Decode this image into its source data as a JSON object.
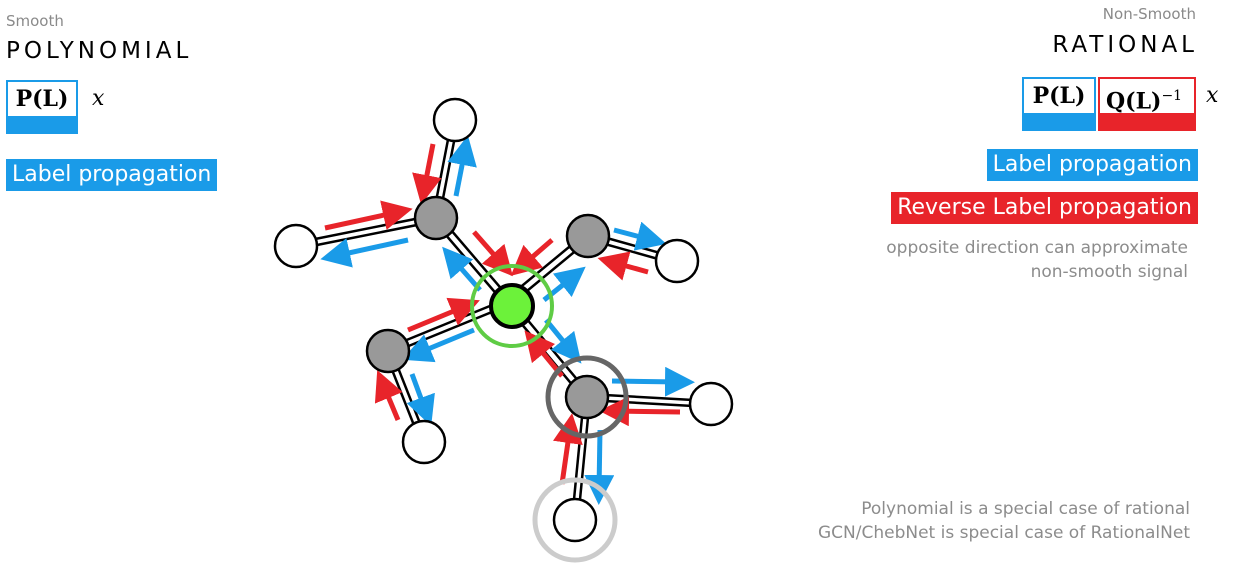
{
  "left": {
    "subtitle": "Smooth",
    "title": "POLYNOMIAL",
    "formula_p": "P(L)",
    "formula_x": "x",
    "tag": "Label propagation"
  },
  "right": {
    "subtitle": "Non-Smooth",
    "title": "RATIONAL",
    "formula_p": "P(L)",
    "formula_q": "Q(L)",
    "formula_q_exp": "−1",
    "formula_x": "x",
    "tag_forward": "Label propagation",
    "tag_reverse": "Reverse Label propagation",
    "note_line1": "opposite direction can approximate",
    "note_line2": "non-smooth signal"
  },
  "footer": {
    "line1": "Polynomial is a special case of rational",
    "line2": "GCN/ChebNet is special case of RationalNet"
  },
  "colors": {
    "blue": "#1a9be8",
    "red": "#e8242a",
    "green_node": "#6cf23a",
    "green_ring": "#5fcc45",
    "gray_node": "#999999",
    "dark_ring": "#666666",
    "light_ring": "#cccccc"
  }
}
